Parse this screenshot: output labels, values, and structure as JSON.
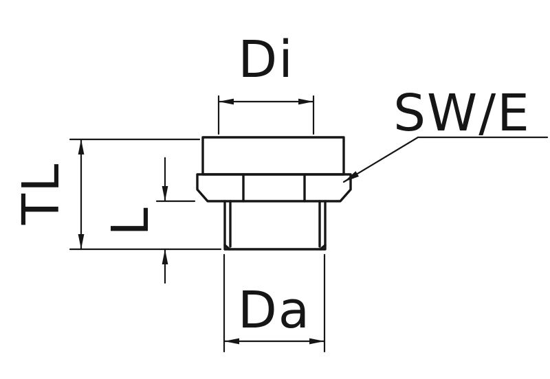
{
  "diagram": {
    "type": "technical-dimension-drawing",
    "labels": {
      "inner_diameter": "Di",
      "spanner_size": "SW/E",
      "total_length": "TL",
      "thread_length": "L",
      "outer_diameter": "Da"
    },
    "colors": {
      "line": "#161616",
      "background": "#ffffff"
    }
  }
}
